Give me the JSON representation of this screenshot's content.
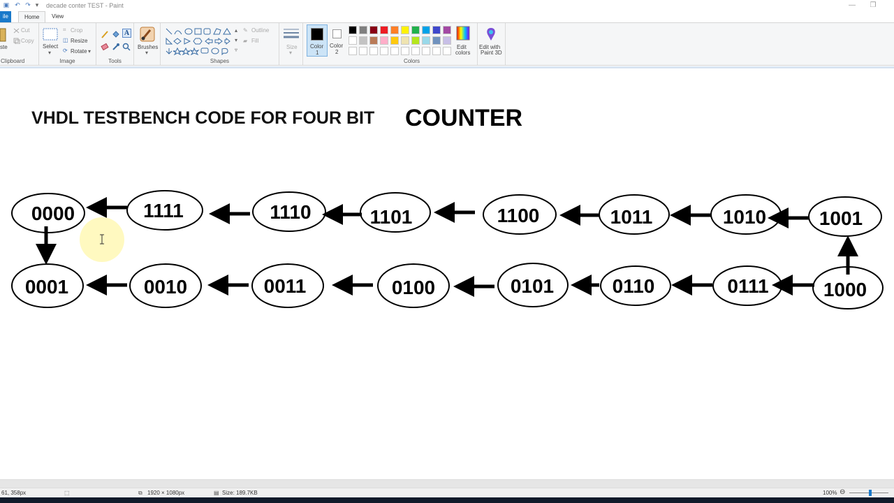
{
  "window": {
    "title": "decade conter TEST - Paint",
    "accent": "#1979ca"
  },
  "tabs": [
    {
      "label": "ile"
    },
    {
      "label": "Home"
    },
    {
      "label": "View"
    }
  ],
  "ribbon": {
    "clipboard": {
      "label": "Clipboard",
      "paste": "ste",
      "cut": "Cut",
      "copy": "Copy"
    },
    "image": {
      "label": "Image",
      "select": "Select",
      "crop": "Crop",
      "resize": "Resize",
      "rotate": "Rotate"
    },
    "tools": {
      "label": "Tools"
    },
    "brushes": {
      "label": "Brushes"
    },
    "shapes": {
      "label": "Shapes",
      "outline": "Outline",
      "fill": "Fill"
    },
    "size": {
      "label": "Size"
    },
    "color1": {
      "label": "Color",
      "num": "1"
    },
    "color2": {
      "label": "Color",
      "num": "2"
    },
    "colors": {
      "label": "Colors",
      "edit": "Edit",
      "edit2": "colors",
      "palette_row1": [
        "#000000",
        "#7f7f7f",
        "#880015",
        "#ed1c24",
        "#ff7f27",
        "#fff200",
        "#22b14c",
        "#00a2e8",
        "#3f48cc",
        "#a349a4"
      ],
      "palette_row2": [
        "#ffffff",
        "#c3c3c3",
        "#b97a57",
        "#ffaec9",
        "#ffc90e",
        "#efe4b0",
        "#b5e61d",
        "#99d9ea",
        "#7092be",
        "#c8bfe7"
      ]
    },
    "paint3d": {
      "line1": "Edit with",
      "line2": "Paint 3D"
    }
  },
  "canvas": {
    "heading_main": "VHDL TESTBENCH CODE FOR  FOUR BIT",
    "heading_big": "COUNTER",
    "top_row": [
      "0000",
      "1111",
      "1110",
      "1101",
      "1100",
      "1011",
      "1010",
      "1001"
    ],
    "bottom_row": [
      "0001",
      "0010",
      "0011",
      "0100",
      "0101",
      "0110",
      "0111",
      "1000"
    ]
  },
  "status": {
    "cursor": "61, 358px",
    "dimensions": "1920 × 1080px",
    "size": "Size: 189.7KB",
    "zoom": "100%"
  }
}
